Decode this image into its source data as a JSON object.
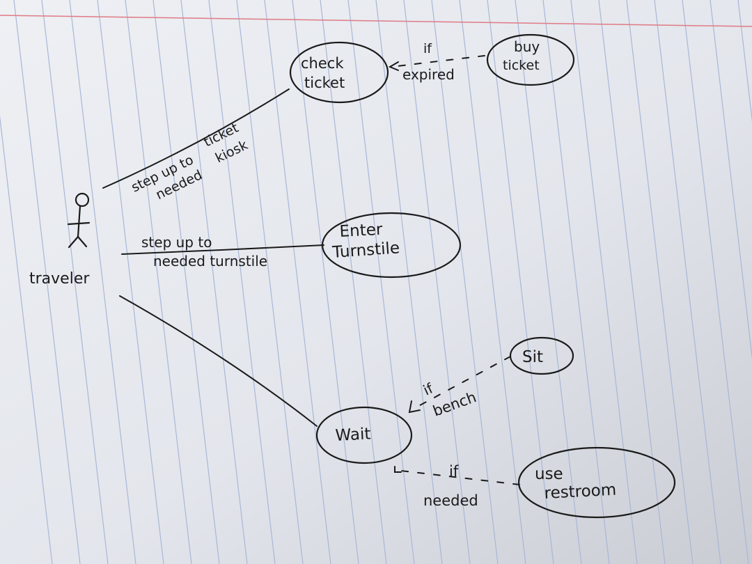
{
  "actor": {
    "label": "traveler"
  },
  "use_cases": [
    {
      "id": "check_ticket",
      "lines": [
        "check",
        "ticket"
      ]
    },
    {
      "id": "buy_ticket",
      "lines": [
        "buy",
        "ticket"
      ]
    },
    {
      "id": "enter_turnstile",
      "lines": [
        "Enter",
        "Turnstile"
      ]
    },
    {
      "id": "wait",
      "lines": [
        "Wait"
      ]
    },
    {
      "id": "sit",
      "lines": [
        "Sit"
      ]
    },
    {
      "id": "use_restroom",
      "lines": [
        "use",
        "restroom"
      ]
    }
  ],
  "associations": {
    "check_ticket": {
      "line1": "step up to",
      "line2_a": "needed",
      "line2_b": "ticket",
      "line3": "kiosk"
    },
    "enter_turnstile": {
      "line1": "step up to",
      "line2": "needed turnstile"
    }
  },
  "extends": {
    "buy_ticket": {
      "line1": "if",
      "line2": "expired"
    },
    "sit": {
      "line1": "if",
      "line2": "bench"
    },
    "use_restroom": {
      "line1": "if",
      "line2": "needed"
    }
  }
}
